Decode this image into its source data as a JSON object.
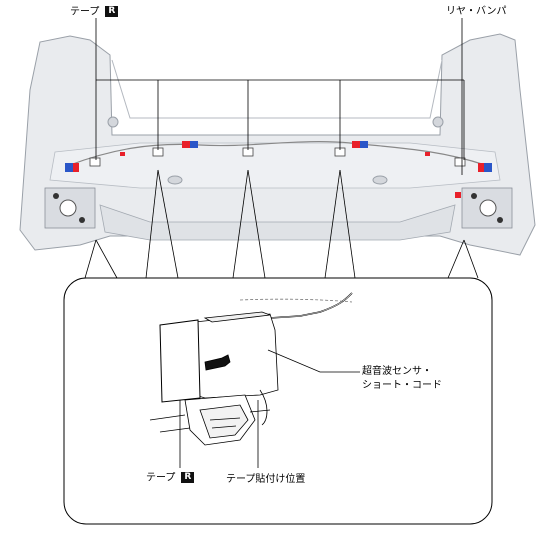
{
  "labels": {
    "tape_top": "テープ",
    "tape_top_badge": "R",
    "rear_bumper": "リヤ・バンパ",
    "sensor_cord_line1": "超音波センサ・",
    "sensor_cord_line2": "ショート・コード",
    "tape_bottom": "テープ",
    "tape_bottom_badge": "R",
    "tape_position": "テープ貼付け位置"
  },
  "colors": {
    "bumper_fill": "#e9ebee",
    "bumper_stroke": "#9aa0a8",
    "line": "#000000",
    "connector_red": "#e8202a",
    "connector_blue": "#2a56c8"
  },
  "icons": {
    "connector_red": "connector-red-icon",
    "connector_blue": "connector-blue-icon"
  }
}
